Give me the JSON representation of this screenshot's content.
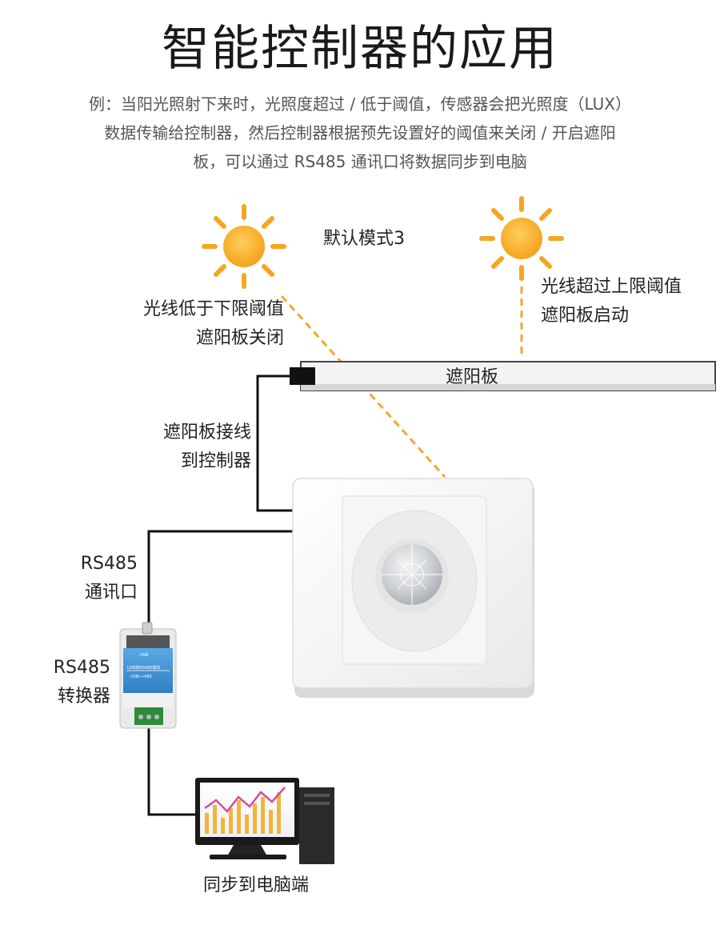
{
  "title": "智能控制器的应用",
  "description": [
    "例：当阳光照射下来时，光照度超过 / 低于阈值，传感器会把光照度（LUX）",
    "数据传输给控制器，然后控制器根据预先设置好的阈值来关闭 / 开启遮阳",
    "板，可以通过 RS485 通讯口将数据同步到电脑"
  ],
  "mode_label": "默认模式3",
  "left_sun_label": [
    "光线低于下限阈值",
    "遮阳板关闭"
  ],
  "right_sun_label": [
    "光线超过上限阈值",
    "遮阳板启动"
  ],
  "shade_label": "遮阳板",
  "wiring_label": [
    "遮阳板接线",
    "到控制器"
  ],
  "rs485_port_label": [
    "RS485",
    "通讯口"
  ],
  "converter_label": [
    "RS485",
    "转换器"
  ],
  "converter_text": {
    "usb": "USB",
    "module": "USB转RS485模块",
    "arrow": "USB⟷485"
  },
  "pc_label": "同步到电脑端",
  "colors": {
    "sun": "#f5a623",
    "ray": "#f5a623",
    "wire": "#111111",
    "beam": "#f0a830"
  },
  "icons": [
    "sun-icon",
    "controller-device",
    "converter-module",
    "computer-icon"
  ]
}
